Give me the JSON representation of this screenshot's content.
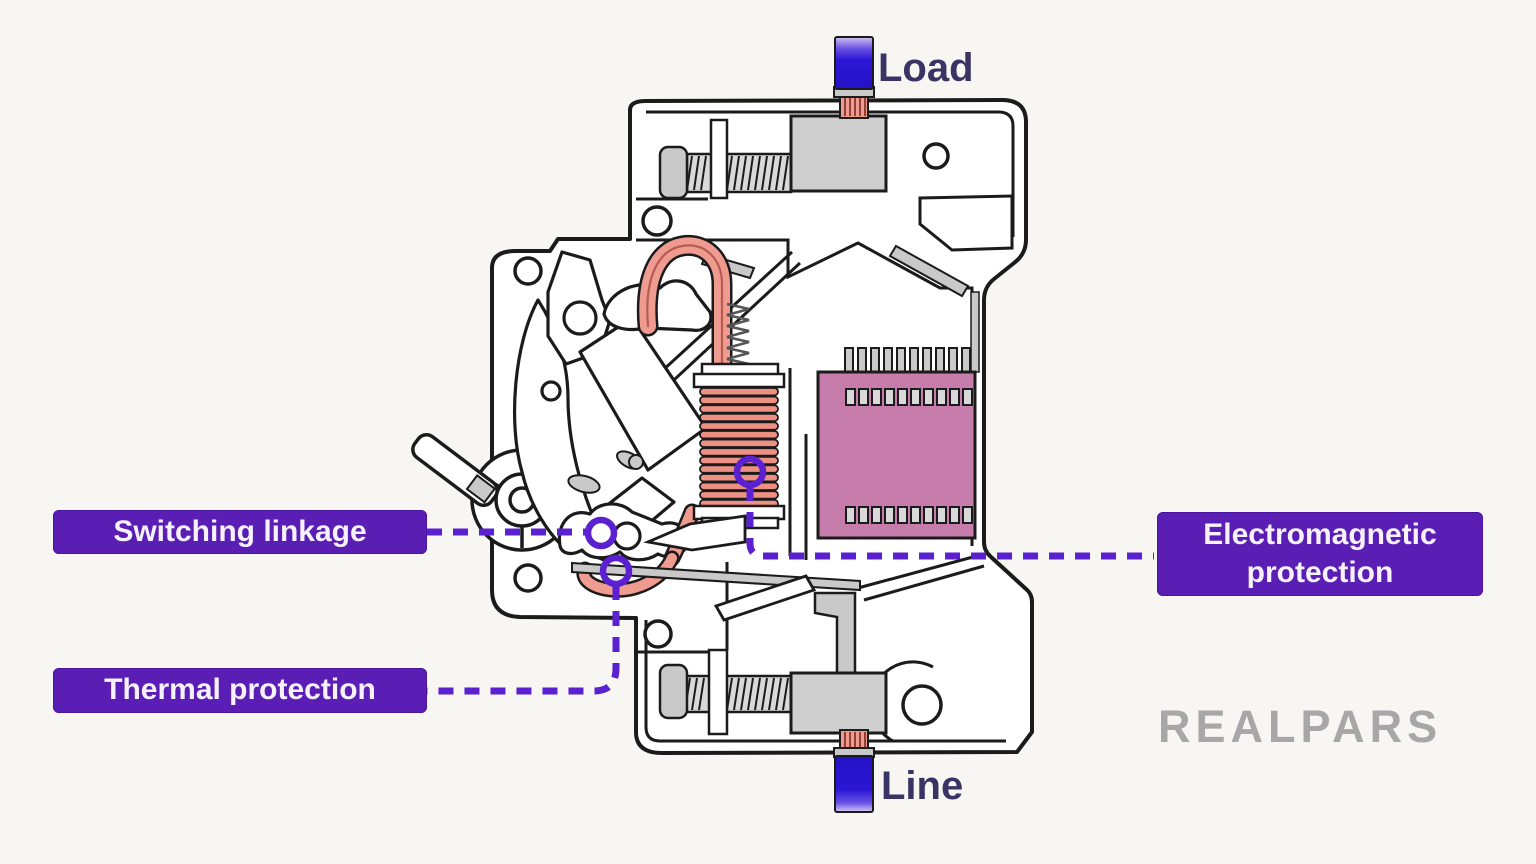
{
  "diagram": {
    "terminals": {
      "top": "Load",
      "bottom": "Line"
    },
    "callouts": {
      "switching": "Switching linkage",
      "thermal": "Thermal protection",
      "electromagnetic": "Electromagnetic protection"
    },
    "watermark": "REALPARS",
    "colors": {
      "callout_bg": "#5a1eb5",
      "callout_text": "#f6f2fd",
      "annotation_purple": "#5b21d0",
      "terminal_blue": "#2b16d6",
      "terminal_label_text": "#3a3464",
      "wire_pink": "#ef9b90",
      "coil_pink": "#ee8f84",
      "arc_chute_magenta": "#c77dab",
      "metal_gray": "#c9c9c9",
      "outline": "#1b1b1b",
      "background": "#f7f6f3",
      "watermark_gray": "#a7a7a7"
    }
  }
}
